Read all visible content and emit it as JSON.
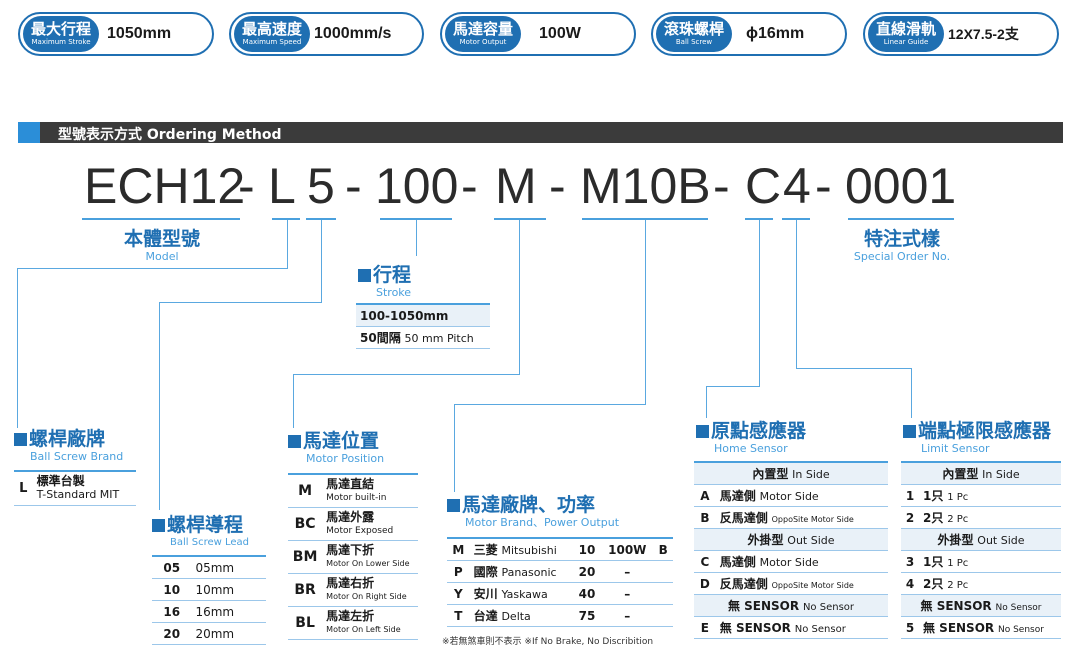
{
  "specs": [
    {
      "zh": "最大行程",
      "en": "Maximum Stroke",
      "value": "1050mm"
    },
    {
      "zh": "最高速度",
      "en": "Maximum Speed",
      "value": "1000mm/s"
    },
    {
      "zh": "馬達容量",
      "en": "Motor Output",
      "value": "100W"
    },
    {
      "zh": "滾珠螺桿",
      "en": "Ball Screw",
      "value": "ϕ16mm"
    },
    {
      "zh": "直線滑軌",
      "en": "Linear Guide",
      "value": "12X7.5-2支"
    }
  ],
  "header": {
    "title": "型號表示方式  Ordering Method"
  },
  "code": {
    "parts": [
      "ECH12",
      "-",
      "L",
      "5",
      "-",
      "100",
      "-",
      "M",
      "-",
      "M10B",
      "-",
      "C",
      "4",
      "-",
      "0001"
    ]
  },
  "model": {
    "zh": "本體型號",
    "en": "Model"
  },
  "special": {
    "zh": "特注式樣",
    "en": "Special Order No."
  },
  "stroke": {
    "zh": "行程",
    "en": "Stroke",
    "rows": [
      "100-1050mm"
    ],
    "pitch_zh": "50間隔",
    "pitch_en": "50 mm Pitch"
  },
  "brand": {
    "zh": "螺桿廠牌",
    "en": "Ball Screw Brand",
    "code": "L",
    "name_zh": "標準台製",
    "name_en": "T-Standard MIT"
  },
  "lead": {
    "zh": "螺桿導程",
    "en": "Ball Screw Lead",
    "rows": [
      [
        "05",
        "05mm"
      ],
      [
        "10",
        "10mm"
      ],
      [
        "16",
        "16mm"
      ],
      [
        "20",
        "20mm"
      ]
    ]
  },
  "position": {
    "zh": "馬達位置",
    "en": "Motor Position",
    "rows": [
      {
        "code": "M",
        "zh": "馬達直結",
        "en": "Motor built-in"
      },
      {
        "code": "BC",
        "zh": "馬達外露",
        "en": "Motor Exposed"
      },
      {
        "code": "BM",
        "zh": "馬達下折",
        "en": "Motor On Lower Side"
      },
      {
        "code": "BR",
        "zh": "馬達右折",
        "en": "Motor On Right Side"
      },
      {
        "code": "BL",
        "zh": "馬達左折",
        "en": "Motor On Left Side"
      }
    ]
  },
  "motor": {
    "zh": "馬達廠牌、功率",
    "en": "Motor Brand、Power Output",
    "rows": [
      {
        "code": "M",
        "zh": "三菱",
        "en": "Mitsubishi",
        "num": "10",
        "w": "100W",
        "b": "B"
      },
      {
        "code": "P",
        "zh": "國際",
        "en": "Panasonic",
        "num": "20",
        "w": "–",
        "b": ""
      },
      {
        "code": "Y",
        "zh": "安川",
        "en": "Yaskawa",
        "num": "40",
        "w": "–",
        "b": ""
      },
      {
        "code": "T",
        "zh": "台達",
        "en": "Delta",
        "num": "75",
        "w": "–",
        "b": ""
      }
    ],
    "note": "※若無煞車則不表示 ※If No Brake, No Discribition"
  },
  "home": {
    "zh": "原點感應器",
    "en": "Home Sensor",
    "in_zh": "內置型",
    "in_en": "In Side",
    "rows_in": [
      {
        "code": "A",
        "zh": "馬達側",
        "en": "Motor Side"
      },
      {
        "code": "B",
        "zh": "反馬達側",
        "en": "OppoSite Motor Side"
      }
    ],
    "out_zh": "外掛型",
    "out_en": "Out Side",
    "rows_out": [
      {
        "code": "C",
        "zh": "馬達側",
        "en": "Motor Side"
      },
      {
        "code": "D",
        "zh": "反馬達側",
        "en": "OppoSite Motor Side"
      }
    ],
    "none_zh": "無 SENSOR",
    "none_en": "No Sensor",
    "row_none": {
      "code": "E",
      "zh": "無 SENSOR",
      "en": "No Sensor"
    }
  },
  "limit": {
    "zh": "端點極限感應器",
    "en": "Limit Sensor",
    "in_zh": "內置型",
    "in_en": "In Side",
    "rows_in": [
      {
        "code": "1",
        "zh": "1只",
        "en": "1 Pc"
      },
      {
        "code": "2",
        "zh": "2只",
        "en": "2 Pc"
      }
    ],
    "out_zh": "外掛型",
    "out_en": "Out Side",
    "rows_out": [
      {
        "code": "3",
        "zh": "1只",
        "en": "1 Pc"
      },
      {
        "code": "4",
        "zh": "2只",
        "en": "2 Pc"
      }
    ],
    "none_zh": "無 SENSOR",
    "none_en": "No Sensor",
    "row_none": {
      "code": "5",
      "zh": "無 SENSOR",
      "en": "No Sensor"
    }
  }
}
